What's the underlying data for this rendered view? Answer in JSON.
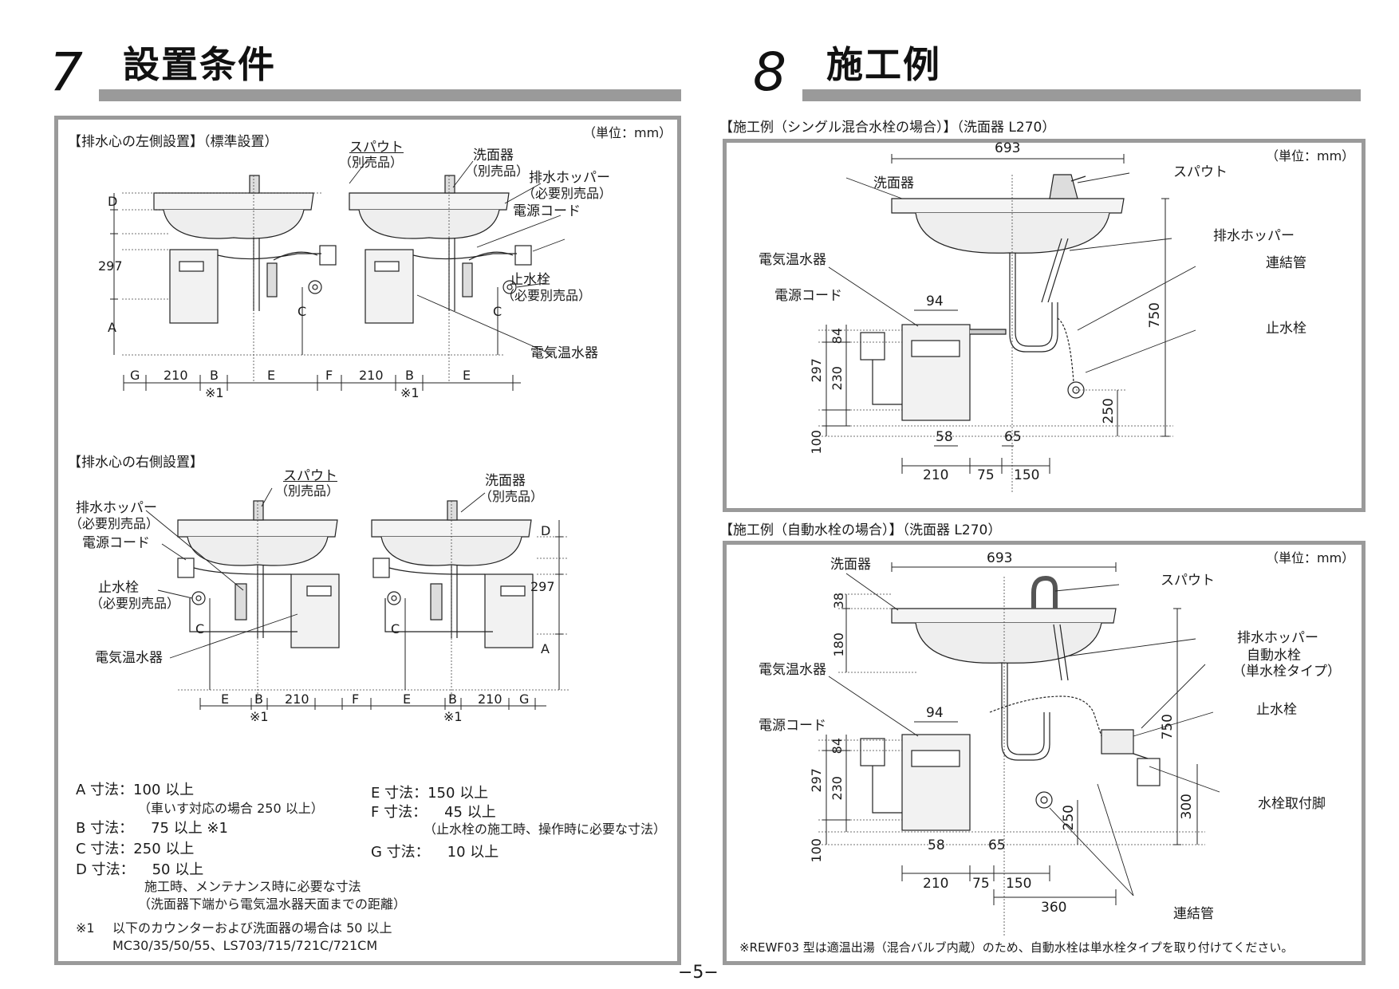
{
  "sec7": {
    "number": "7",
    "title": "設置条件",
    "unit": "（単位：mm）",
    "left_caption": "【排水心の左側設置】（標準設置）",
    "right_caption": "【排水心の右側設置】",
    "labels": {
      "spout": "スパウト",
      "spout_sub": "（別売品）",
      "basin": "洗面器",
      "basin_sub": "（別売品）",
      "hopper": "排水ホッパー",
      "hopper_sub": "（必要別売品）",
      "cord": "電源コード",
      "stopcock": "止水栓",
      "stopcock_sub": "（必要別売品）",
      "heater": "電気温水器"
    },
    "dims": {
      "D": "D",
      "A": "A",
      "C": "C",
      "B": "B",
      "E": "E",
      "F": "F",
      "G": "G",
      "v297": "297",
      "v210": "210",
      "note1": "※1"
    },
    "legend": [
      {
        "key": "A 寸法：",
        "val": "100 以上"
      },
      {
        "key": "",
        "val": "（車いす対応の場合 250 以上）"
      },
      {
        "key": "B 寸法：",
        "val": "75 以上 ※1"
      },
      {
        "key": "C 寸法：",
        "val": "250 以上"
      },
      {
        "key": "D 寸法：",
        "val": "50 以上"
      },
      {
        "key": "",
        "val": "施工時、メンテナンス時に必要な寸法"
      },
      {
        "key": "",
        "val": "（洗面器下端から電気温水器天面までの距離）"
      },
      {
        "key": "E 寸法：",
        "val": "150 以上"
      },
      {
        "key": "F 寸法：",
        "val": "45 以上"
      },
      {
        "key": "",
        "val": "（止水栓の施工時、操作時に必要な寸法）"
      },
      {
        "key": "G 寸法：",
        "val": "10 以上"
      }
    ],
    "footnote_mark": "※1",
    "footnote_line1": "以下のカウンターおよび洗面器の場合は 50 以上",
    "footnote_line2": "MC30/35/50/55、LS703/715/721C/721CM"
  },
  "sec8": {
    "number": "8",
    "title": "施工例",
    "caption1": "【施工例（シングル混合水栓の場合）】（洗面器 L270）",
    "caption2": "【施工例（自動水栓の場合）】（洗面器 L270）",
    "unit": "（単位：mm）",
    "labels": {
      "basin": "洗面器",
      "spout": "スパウト",
      "hopper": "排水ホッパー",
      "pipe": "連結管",
      "stopcock": "止水栓",
      "heater": "電気温水器",
      "cord": "電源コード",
      "autofaucet": "自動水栓",
      "autofaucet_sub": "（単水栓タイプ）",
      "faucet_leg": "水栓取付脚"
    },
    "dims1": {
      "w693": "693",
      "w94": "94",
      "h84": "84",
      "h297": "297",
      "h230": "230",
      "h100": "100",
      "w58": "58",
      "w65": "65",
      "w210": "210",
      "w75": "75",
      "w150": "150",
      "h750": "750",
      "h250": "250"
    },
    "dims2": {
      "w693": "693",
      "h38": "38",
      "h180": "180",
      "w94": "94",
      "h84": "84",
      "h297": "297",
      "h230": "230",
      "h100": "100",
      "w58": "58",
      "w65": "65",
      "w210": "210",
      "w75": "75",
      "w150": "150",
      "w360": "360",
      "h750": "750",
      "h250": "250",
      "h300": "300"
    },
    "note": "※REWF03 型は適温出湯（混合バルブ内蔵）のため、自動水栓は単水栓タイプを取り付けてください。"
  },
  "page_number": "−5−"
}
